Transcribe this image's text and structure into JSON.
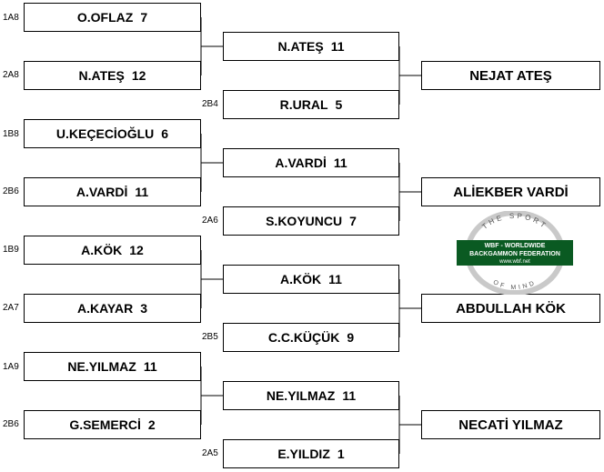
{
  "round1": [
    {
      "seed": "1A8",
      "name": "O.OFLAZ",
      "score": "7"
    },
    {
      "seed": "2A8",
      "name": "N.ATEŞ",
      "score": "12"
    },
    {
      "seed": "1B8",
      "name": "U.KEÇECİOĞLU",
      "score": "6"
    },
    {
      "seed": "2B6",
      "name": "A.VARDİ",
      "score": "11"
    },
    {
      "seed": "1B9",
      "name": "A.KÖK",
      "score": "12"
    },
    {
      "seed": "2A7",
      "name": "A.KAYAR",
      "score": "3"
    },
    {
      "seed": "1A9",
      "name": "NE.YILMAZ",
      "score": "11"
    },
    {
      "seed": "2B6",
      "name": "G.SEMERCİ",
      "score": "2"
    }
  ],
  "round2": [
    {
      "seed": "",
      "name": "N.ATEŞ",
      "score": "11"
    },
    {
      "seed": "2B4",
      "name": "R.URAL",
      "score": "5"
    },
    {
      "seed": "",
      "name": "A.VARDİ",
      "score": "11"
    },
    {
      "seed": "2A6",
      "name": "S.KOYUNCU",
      "score": "7"
    },
    {
      "seed": "",
      "name": "A.KÖK",
      "score": "11"
    },
    {
      "seed": "2B5",
      "name": "C.C.KÜÇÜK",
      "score": "9"
    },
    {
      "seed": "",
      "name": "NE.YILMAZ",
      "score": "11"
    },
    {
      "seed": "2A5",
      "name": "E.YILDIZ",
      "score": "1"
    }
  ],
  "winners": [
    {
      "name": "NEJAT ATEŞ"
    },
    {
      "name": "ALİEKBER VARDİ"
    },
    {
      "name": "ABDULLAH KÖK"
    },
    {
      "name": "NECATİ YILMAZ"
    }
  ],
  "logo": {
    "top_text": "THE SPORT",
    "line1": "WBF - WORLDWIDE",
    "line2": "BACKGAMMON FEDERATION",
    "line3": "www.wbf.net",
    "bottom_text": "OF MIND",
    "colors": {
      "band": "#0a5a22",
      "halo": "#c9c9c9",
      "text": "#ffffff"
    }
  }
}
